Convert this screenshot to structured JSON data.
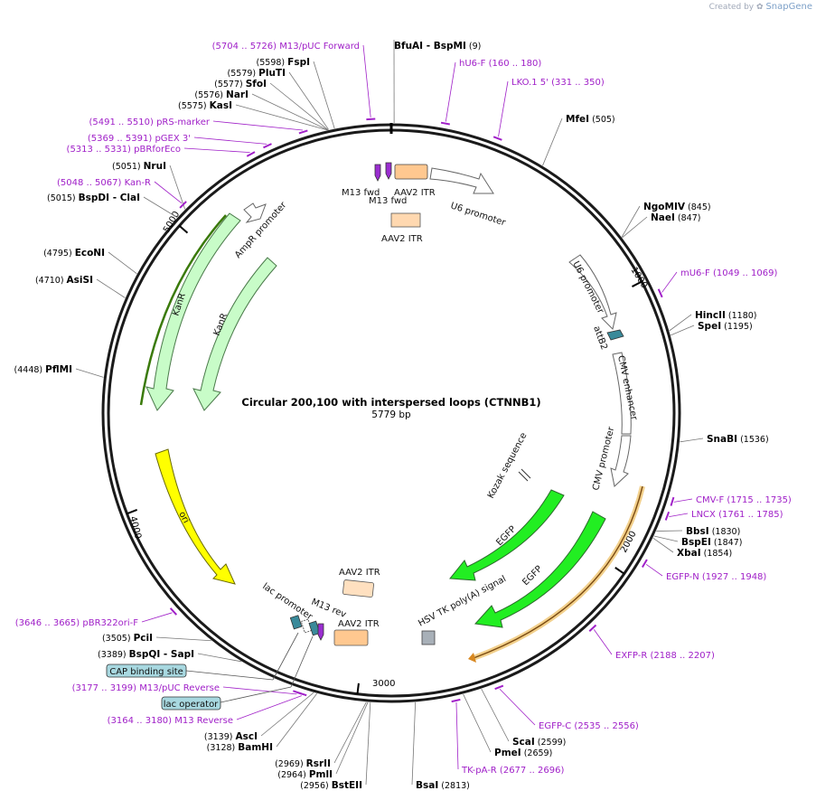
{
  "credit": {
    "prefix": "Created by",
    "brand": "SnapGene"
  },
  "plasmid": {
    "name": "Circular 200,100 with interspersed loops (CTNNB1)",
    "length_text": "5779 bp",
    "length": 5779
  },
  "ticks": [
    {
      "bp": 1000,
      "label": "1000"
    },
    {
      "bp": 2000,
      "label": "2000"
    },
    {
      "bp": 3000,
      "label": "3000"
    },
    {
      "bp": 4000,
      "label": "4000"
    },
    {
      "bp": 5000,
      "label": "5000"
    }
  ],
  "sites": [
    {
      "name": "BfuAI",
      "name2": "BspMI",
      "pos": "(9)",
      "bp": 9
    },
    {
      "name": "MfeI",
      "pos": "(505)",
      "bp": 505
    },
    {
      "name": "NgoMIV",
      "pos": "(845)",
      "bp": 845
    },
    {
      "name": "NaeI",
      "pos": "(847)",
      "bp": 847
    },
    {
      "name": "HincII",
      "pos": "(1180)",
      "bp": 1180
    },
    {
      "name": "SpeI",
      "pos": "(1195)",
      "bp": 1195
    },
    {
      "name": "SnaBI",
      "pos": "(1536)",
      "bp": 1536
    },
    {
      "name": "BbsI",
      "pos": "(1830)",
      "bp": 1830
    },
    {
      "name": "BspEI",
      "pos": "(1847)",
      "bp": 1847
    },
    {
      "name": "XbaI",
      "pos": "(1854)",
      "bp": 1854
    },
    {
      "name": "ScaI",
      "pos": "(2599)",
      "bp": 2599
    },
    {
      "name": "PmeI",
      "pos": "(2659)",
      "bp": 2659
    },
    {
      "name": "BsaI",
      "pos": "(2813)",
      "bp": 2813
    },
    {
      "name": "BstEII",
      "pos": "(2956)",
      "bp": 2956
    },
    {
      "name": "PmlI",
      "pos": "(2964)",
      "bp": 2964
    },
    {
      "name": "RsrII",
      "pos": "(2969)",
      "bp": 2969
    },
    {
      "name": "BamHI",
      "pos": "(3128)",
      "bp": 3128
    },
    {
      "name": "AscI",
      "pos": "(3139)",
      "bp": 3139
    },
    {
      "name": "BspQI",
      "name2": "SapI",
      "pos": "(3389)",
      "bp": 3389
    },
    {
      "name": "PciI",
      "pos": "(3505)",
      "bp": 3505
    },
    {
      "name": "PflMI",
      "pos": "(4448)",
      "bp": 4448
    },
    {
      "name": "AsiSI",
      "pos": "(4710)",
      "bp": 4710
    },
    {
      "name": "EcoNI",
      "pos": "(4795)",
      "bp": 4795
    },
    {
      "name": "BspDI",
      "name2": "ClaI",
      "pos": "(5015)",
      "bp": 5015
    },
    {
      "name": "NruI",
      "pos": "(5051)",
      "bp": 5051
    },
    {
      "name": "KasI",
      "pos": "(5575)",
      "bp": 5575
    },
    {
      "name": "NarI",
      "pos": "(5576)",
      "bp": 5576
    },
    {
      "name": "SfoI",
      "pos": "(5577)",
      "bp": 5577
    },
    {
      "name": "PluTI",
      "pos": "(5579)",
      "bp": 5579
    },
    {
      "name": "FspI",
      "pos": "(5598)",
      "bp": 5598
    }
  ],
  "primers": [
    {
      "name": "hU6-F",
      "range": "(160 .. 180)",
      "bp": 170
    },
    {
      "name": "LKO.1 5'",
      "range": "(331 .. 350)",
      "bp": 340
    },
    {
      "name": "mU6-F",
      "range": "(1049 .. 1069)",
      "bp": 1059
    },
    {
      "name": "CMV-F",
      "range": "(1715 .. 1735)",
      "bp": 1725
    },
    {
      "name": "LNCX",
      "range": "(1761 .. 1785)",
      "bp": 1773
    },
    {
      "name": "EGFP-N",
      "range": "(1927 .. 1948)",
      "bp": 1937
    },
    {
      "name": "EXFP-R",
      "range": "(2188 .. 2207)",
      "bp": 2197
    },
    {
      "name": "EGFP-C",
      "range": "(2535 .. 2556)",
      "bp": 2545
    },
    {
      "name": "TK-pA-R",
      "range": "(2677 .. 2696)",
      "bp": 2686
    },
    {
      "name": "M13 Reverse",
      "range": "(3164 .. 3180)",
      "bp": 3172
    },
    {
      "name": "M13/pUC Reverse",
      "range": "(3177 .. 3199)",
      "bp": 3188
    },
    {
      "name": "pBR322ori-F",
      "range": "(3646 .. 3665)",
      "bp": 3655
    },
    {
      "name": "Kan-R",
      "range": "(5048 .. 5067)",
      "bp": 5057
    },
    {
      "name": "pBRforEco",
      "range": "(5313 .. 5331)",
      "bp": 5322
    },
    {
      "name": "pGEX 3'",
      "range": "(5369 .. 5391)",
      "bp": 5380
    },
    {
      "name": "pRS-marker",
      "range": "(5491 .. 5510)",
      "bp": 5500
    },
    {
      "name": "M13/pUC Forward",
      "range": "(5704 .. 5726)",
      "bp": 5715
    }
  ],
  "features": [
    {
      "label": "M13 fwd",
      "type": "primer-bind"
    },
    {
      "label": "M13 fwd",
      "type": "primer-bind"
    },
    {
      "label": "AAV2 ITR",
      "type": "repeat"
    },
    {
      "label": "AAV2 ITR",
      "type": "repeat"
    },
    {
      "label": "U6 promoter",
      "type": "promoter"
    },
    {
      "label": "U6 promoter",
      "type": "promoter"
    },
    {
      "label": "attB2",
      "type": "protein-bind"
    },
    {
      "label": "CMV enhancer",
      "type": "enhancer"
    },
    {
      "label": "CMV promoter",
      "type": "promoter"
    },
    {
      "label": "Kozak sequence",
      "type": "misc"
    },
    {
      "label": "EGFP",
      "type": "cds"
    },
    {
      "label": "EGFP",
      "type": "cds"
    },
    {
      "label": "HSV TK poly(A) signal",
      "type": "polyA"
    },
    {
      "label": "AAV2 ITR",
      "type": "repeat"
    },
    {
      "label": "AAV2 ITR",
      "type": "repeat"
    },
    {
      "label": "M13 rev",
      "type": "primer-bind"
    },
    {
      "label": "lac promoter",
      "type": "promoter"
    },
    {
      "label": "ori",
      "type": "origin"
    },
    {
      "label": "KanR",
      "type": "cds"
    },
    {
      "label": "KanR",
      "type": "cds"
    },
    {
      "label": "AmpR promoter",
      "type": "promoter"
    }
  ],
  "boxed_features": [
    {
      "label": "CAP binding site"
    },
    {
      "label": "lac operator"
    }
  ],
  "colors": {
    "backbone": "#1a1a1a",
    "primer": "#a020c8",
    "egfp": "#22ee22",
    "kanr": "#c8fcc8",
    "ori": "#ffff00",
    "itr": "#ffd8b0",
    "itr_dark": "#ffc890",
    "promoter": "#ffffff",
    "attb": "#3a8a9a",
    "polya": "#a8b0b8",
    "exfp_highlight": "#f0c878",
    "lac_box": "#a8d8e0"
  }
}
